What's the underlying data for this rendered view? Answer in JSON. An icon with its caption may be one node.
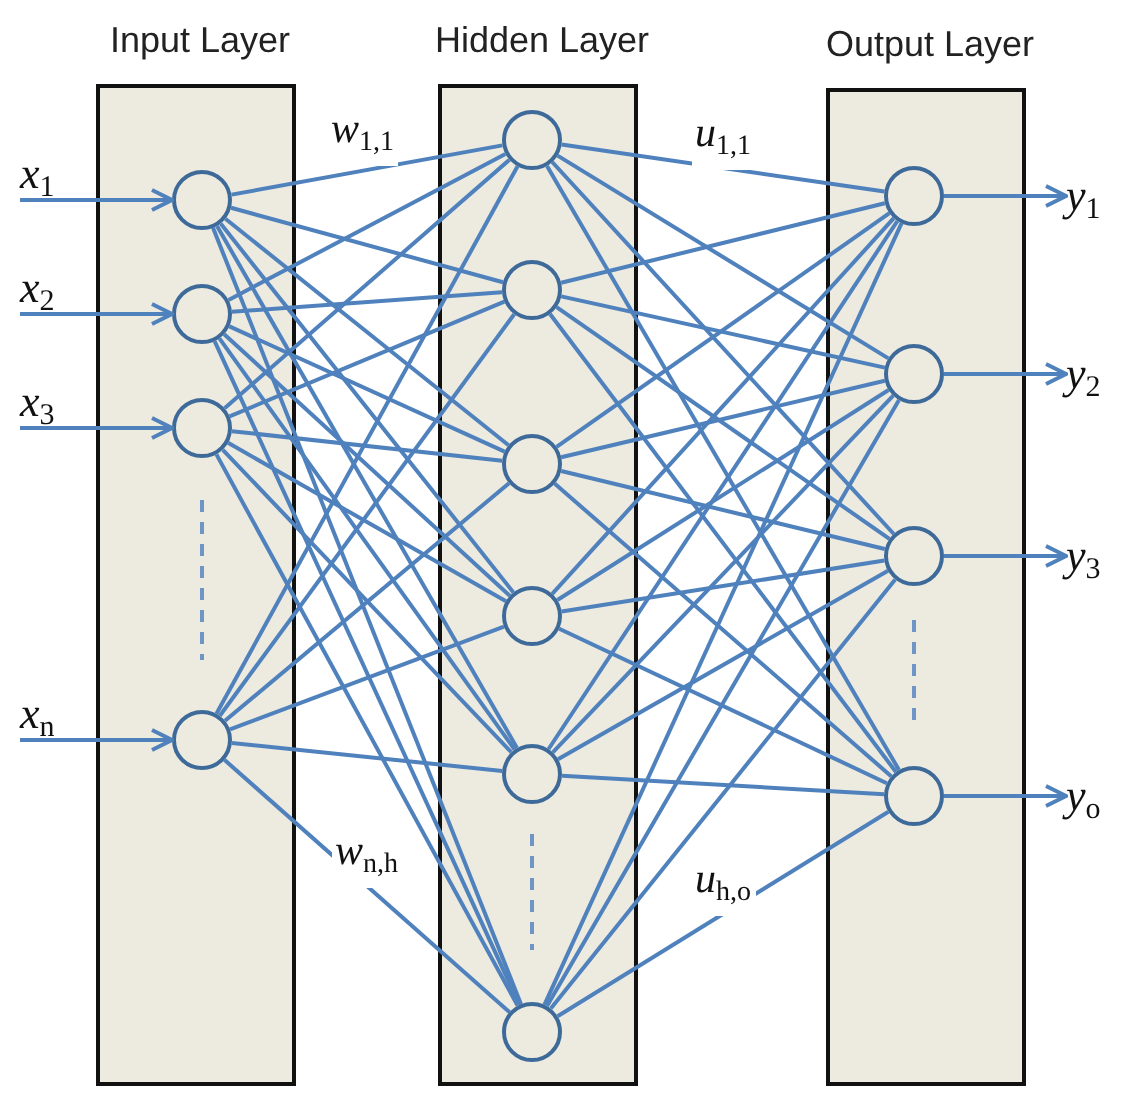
{
  "diagram": {
    "nodes": [
      {
        "text": [
          "Input Layer"
        ]
      },
      {
        "text": [],
        "shape": "circle",
        "in": 0
      },
      {
        "text": [],
        "shape": "circle",
        "in": 0
      },
      {
        "text": [],
        "shape": "circle",
        "in": 0
      },
      {
        "text": [],
        "shape": "circle",
        "in": 0
      },
      {
        "text": [
          "Hidden Layer"
        ]
      },
      {
        "text": [],
        "shape": "circle",
        "in": 5
      },
      {
        "text": [],
        "shape": "circle",
        "in": 5
      },
      {
        "text": [],
        "shape": "circle",
        "in": 5
      },
      {
        "text": [],
        "shape": "circle",
        "in": 5
      },
      {
        "text": [],
        "shape": "circle",
        "in": 5
      },
      {
        "text": [],
        "shape": "circle",
        "in": 5
      },
      {
        "text": [
          "Output Layer"
        ]
      },
      {
        "text": [],
        "shape": "circle",
        "in": 12
      },
      {
        "text": [],
        "shape": "circle",
        "in": 12
      },
      {
        "text": [],
        "shape": "circle",
        "in": 12
      },
      {
        "text": [],
        "shape": "circle",
        "in": 12
      },
      {
        "text": [
          "x$_{1}$"
        ]
      },
      {
        "text": [
          "x$_{2}$"
        ]
      },
      {
        "text": [
          "x$_{3}$"
        ]
      },
      {
        "text": [
          "x$_{n}$"
        ]
      },
      {
        "text": [
          "y$_{1}$"
        ]
      },
      {
        "text": [
          "y$_{2}$"
        ]
      },
      {
        "text": [
          "y$_{3}$"
        ]
      },
      {
        "text": [
          "y$_{o}$"
        ]
      }
    ],
    "edges": [
      {
        "from": 17,
        "to": 1,
        "arrow": "to"
      },
      {
        "from": 18,
        "to": 2,
        "arrow": "to"
      },
      {
        "from": 19,
        "to": 3,
        "arrow": "to"
      },
      {
        "from": 20,
        "to": 4,
        "arrow": "to"
      },
      {
        "from": 1,
        "to": 6,
        "arrow": "none",
        "label": "w$_{1,1}$"
      },
      {
        "from": 1,
        "to": 7,
        "arrow": "none"
      },
      {
        "from": 1,
        "to": 8,
        "arrow": "none"
      },
      {
        "from": 1,
        "to": 9,
        "arrow": "none"
      },
      {
        "from": 1,
        "to": 10,
        "arrow": "none"
      },
      {
        "from": 1,
        "to": 11,
        "arrow": "none"
      },
      {
        "from": 2,
        "to": 6,
        "arrow": "none"
      },
      {
        "from": 2,
        "to": 7,
        "arrow": "none"
      },
      {
        "from": 2,
        "to": 8,
        "arrow": "none"
      },
      {
        "from": 2,
        "to": 9,
        "arrow": "none"
      },
      {
        "from": 2,
        "to": 10,
        "arrow": "none"
      },
      {
        "from": 2,
        "to": 11,
        "arrow": "none"
      },
      {
        "from": 3,
        "to": 6,
        "arrow": "none"
      },
      {
        "from": 3,
        "to": 7,
        "arrow": "none"
      },
      {
        "from": 3,
        "to": 8,
        "arrow": "none"
      },
      {
        "from": 3,
        "to": 9,
        "arrow": "none"
      },
      {
        "from": 3,
        "to": 10,
        "arrow": "none"
      },
      {
        "from": 3,
        "to": 11,
        "arrow": "none"
      },
      {
        "from": 4,
        "to": 6,
        "arrow": "none"
      },
      {
        "from": 4,
        "to": 7,
        "arrow": "none"
      },
      {
        "from": 4,
        "to": 8,
        "arrow": "none"
      },
      {
        "from": 4,
        "to": 9,
        "arrow": "none"
      },
      {
        "from": 4,
        "to": 10,
        "arrow": "none"
      },
      {
        "from": 4,
        "to": 11,
        "arrow": "none",
        "label": "w$_{n,h}$"
      },
      {
        "from": 6,
        "to": 13,
        "arrow": "none",
        "label": "u$_{1,1}$"
      },
      {
        "from": 6,
        "to": 14,
        "arrow": "none"
      },
      {
        "from": 6,
        "to": 15,
        "arrow": "none"
      },
      {
        "from": 6,
        "to": 16,
        "arrow": "none"
      },
      {
        "from": 7,
        "to": 13,
        "arrow": "none"
      },
      {
        "from": 7,
        "to": 14,
        "arrow": "none"
      },
      {
        "from": 7,
        "to": 15,
        "arrow": "none"
      },
      {
        "from": 7,
        "to": 16,
        "arrow": "none"
      },
      {
        "from": 8,
        "to": 13,
        "arrow": "none"
      },
      {
        "from": 8,
        "to": 14,
        "arrow": "none"
      },
      {
        "from": 8,
        "to": 15,
        "arrow": "none"
      },
      {
        "from": 8,
        "to": 16,
        "arrow": "none"
      },
      {
        "from": 9,
        "to": 13,
        "arrow": "none"
      },
      {
        "from": 9,
        "to": 14,
        "arrow": "none"
      },
      {
        "from": 9,
        "to": 15,
        "arrow": "none"
      },
      {
        "from": 9,
        "to": 16,
        "arrow": "none"
      },
      {
        "from": 10,
        "to": 13,
        "arrow": "none"
      },
      {
        "from": 10,
        "to": 14,
        "arrow": "none"
      },
      {
        "from": 10,
        "to": 15,
        "arrow": "none"
      },
      {
        "from": 10,
        "to": 16,
        "arrow": "none"
      },
      {
        "from": 11,
        "to": 13,
        "arrow": "none"
      },
      {
        "from": 11,
        "to": 14,
        "arrow": "none"
      },
      {
        "from": 11,
        "to": 15,
        "arrow": "none"
      },
      {
        "from": 11,
        "to": 16,
        "arrow": "none",
        "label": "u$_{h,o}$"
      },
      {
        "from": 13,
        "to": 21,
        "arrow": "to"
      },
      {
        "from": 14,
        "to": 22,
        "arrow": "to"
      },
      {
        "from": 15,
        "to": 23,
        "arrow": "to"
      },
      {
        "from": 16,
        "to": 24,
        "arrow": "to"
      }
    ]
  }
}
